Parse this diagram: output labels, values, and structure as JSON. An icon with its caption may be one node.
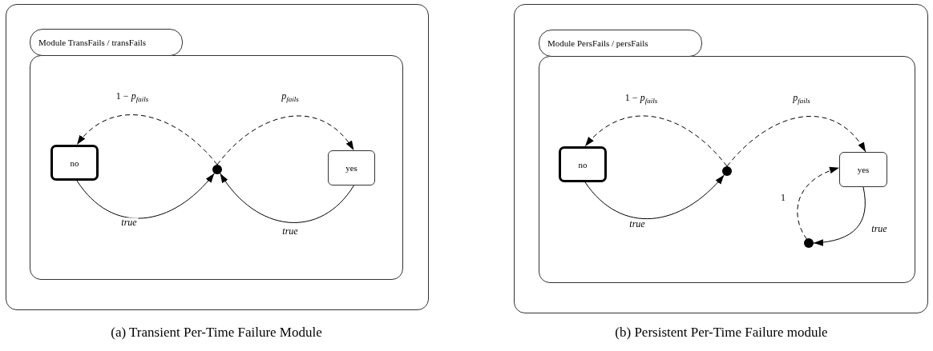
{
  "diagram": {
    "nodes": [
      {
        "text": [],
        "shape": "box",
        "beside": [
          "(a) Transient Per-Time Failure Module"
        ]
      },
      {
        "text": [
          "Module TransFails / transFails"
        ],
        "in": 0
      },
      {
        "text": [
          "no"
        ],
        "in": 1
      },
      {
        "text": [],
        "shape": "circle",
        "in": 1
      },
      {
        "text": [
          "yes"
        ],
        "in": 1
      },
      {
        "text": [],
        "shape": "box",
        "beside": [
          "(b) Persistent Per-Time Failure module"
        ]
      },
      {
        "text": [
          "Module PersFails / persFails"
        ],
        "in": 5
      },
      {
        "text": [
          "no"
        ],
        "in": 6
      },
      {
        "text": [],
        "shape": "circle",
        "in": 6
      },
      {
        "text": [
          "yes"
        ],
        "in": 6
      },
      {
        "text": [],
        "shape": "circle",
        "in": 6
      }
    ],
    "edges": [
      {
        "from": 3,
        "to": 2,
        "arrow": "to",
        "style": "dashed",
        "label": "1 − *p*$_{fails}$"
      },
      {
        "from": 3,
        "to": 4,
        "arrow": "to",
        "style": "dashed",
        "label": "*p*$_{fails}$"
      },
      {
        "from": 2,
        "to": 3,
        "arrow": "to",
        "label": "*true*"
      },
      {
        "from": 4,
        "to": 3,
        "arrow": "to",
        "label": "*true*"
      },
      {
        "from": 8,
        "to": 7,
        "arrow": "to",
        "style": "dashed",
        "label": "1 − *p*$_{fails}$"
      },
      {
        "from": 8,
        "to": 9,
        "arrow": "to",
        "style": "dashed",
        "label": "*p*$_{fails}$"
      },
      {
        "from": 7,
        "to": 8,
        "arrow": "to",
        "label": "*true*"
      },
      {
        "from": 9,
        "to": 10,
        "arrow": "to",
        "label": "*true*"
      },
      {
        "from": 10,
        "to": 9,
        "arrow": "to",
        "style": "dashed",
        "label": "1"
      }
    ]
  }
}
